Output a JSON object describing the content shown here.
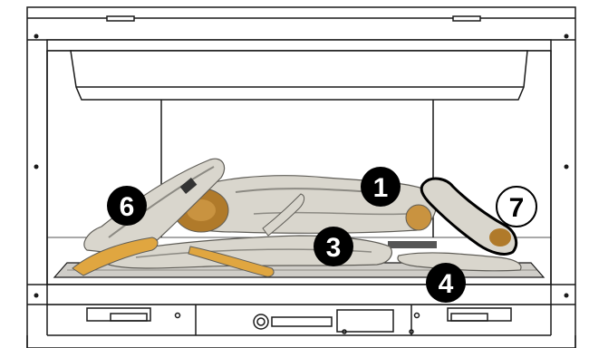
{
  "diagram": {
    "callouts": [
      {
        "id": "1",
        "label": "1",
        "style": "filled"
      },
      {
        "id": "3",
        "label": "3",
        "style": "filled"
      },
      {
        "id": "4",
        "label": "4",
        "style": "filled"
      },
      {
        "id": "6",
        "label": "6",
        "style": "filled"
      },
      {
        "id": "7",
        "label": "7",
        "style": "outline"
      }
    ],
    "colors": {
      "frame_line": "#1a1a1a",
      "log_bark": "#d9d6cd",
      "log_shadow": "#8c8a83",
      "log_cut": "#b07a2a",
      "glow": "#e0a640",
      "callout_fill": "#000000",
      "callout_text": "#ffffff",
      "outline_callout_fill": "#ffffff"
    }
  }
}
